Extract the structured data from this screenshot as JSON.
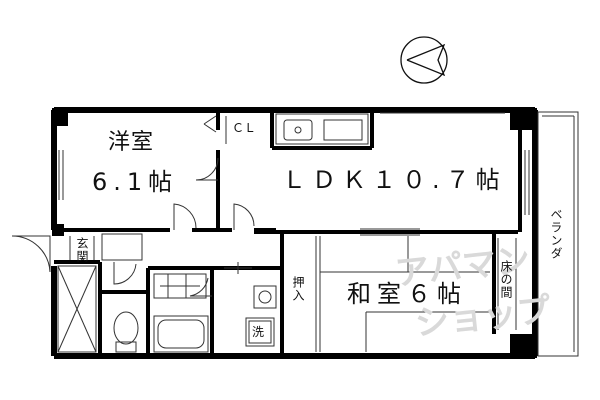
{
  "rooms": {
    "western_name": "洋室",
    "western_size": "6.1帖",
    "ldk": "ＬＤＫ１０.７帖",
    "japanese": "和室６帖",
    "closet": "ＣＬ",
    "entrance": "玄関",
    "oshiire": "押入",
    "tokonoma": "床の間",
    "veranda": "ベランダ",
    "washer": "洗"
  },
  "watermark": {
    "line1": "アパマン",
    "line2": "ショップ"
  },
  "colors": {
    "wall": "#000000",
    "line": "#333333",
    "watermark": "#d9d9d9"
  }
}
